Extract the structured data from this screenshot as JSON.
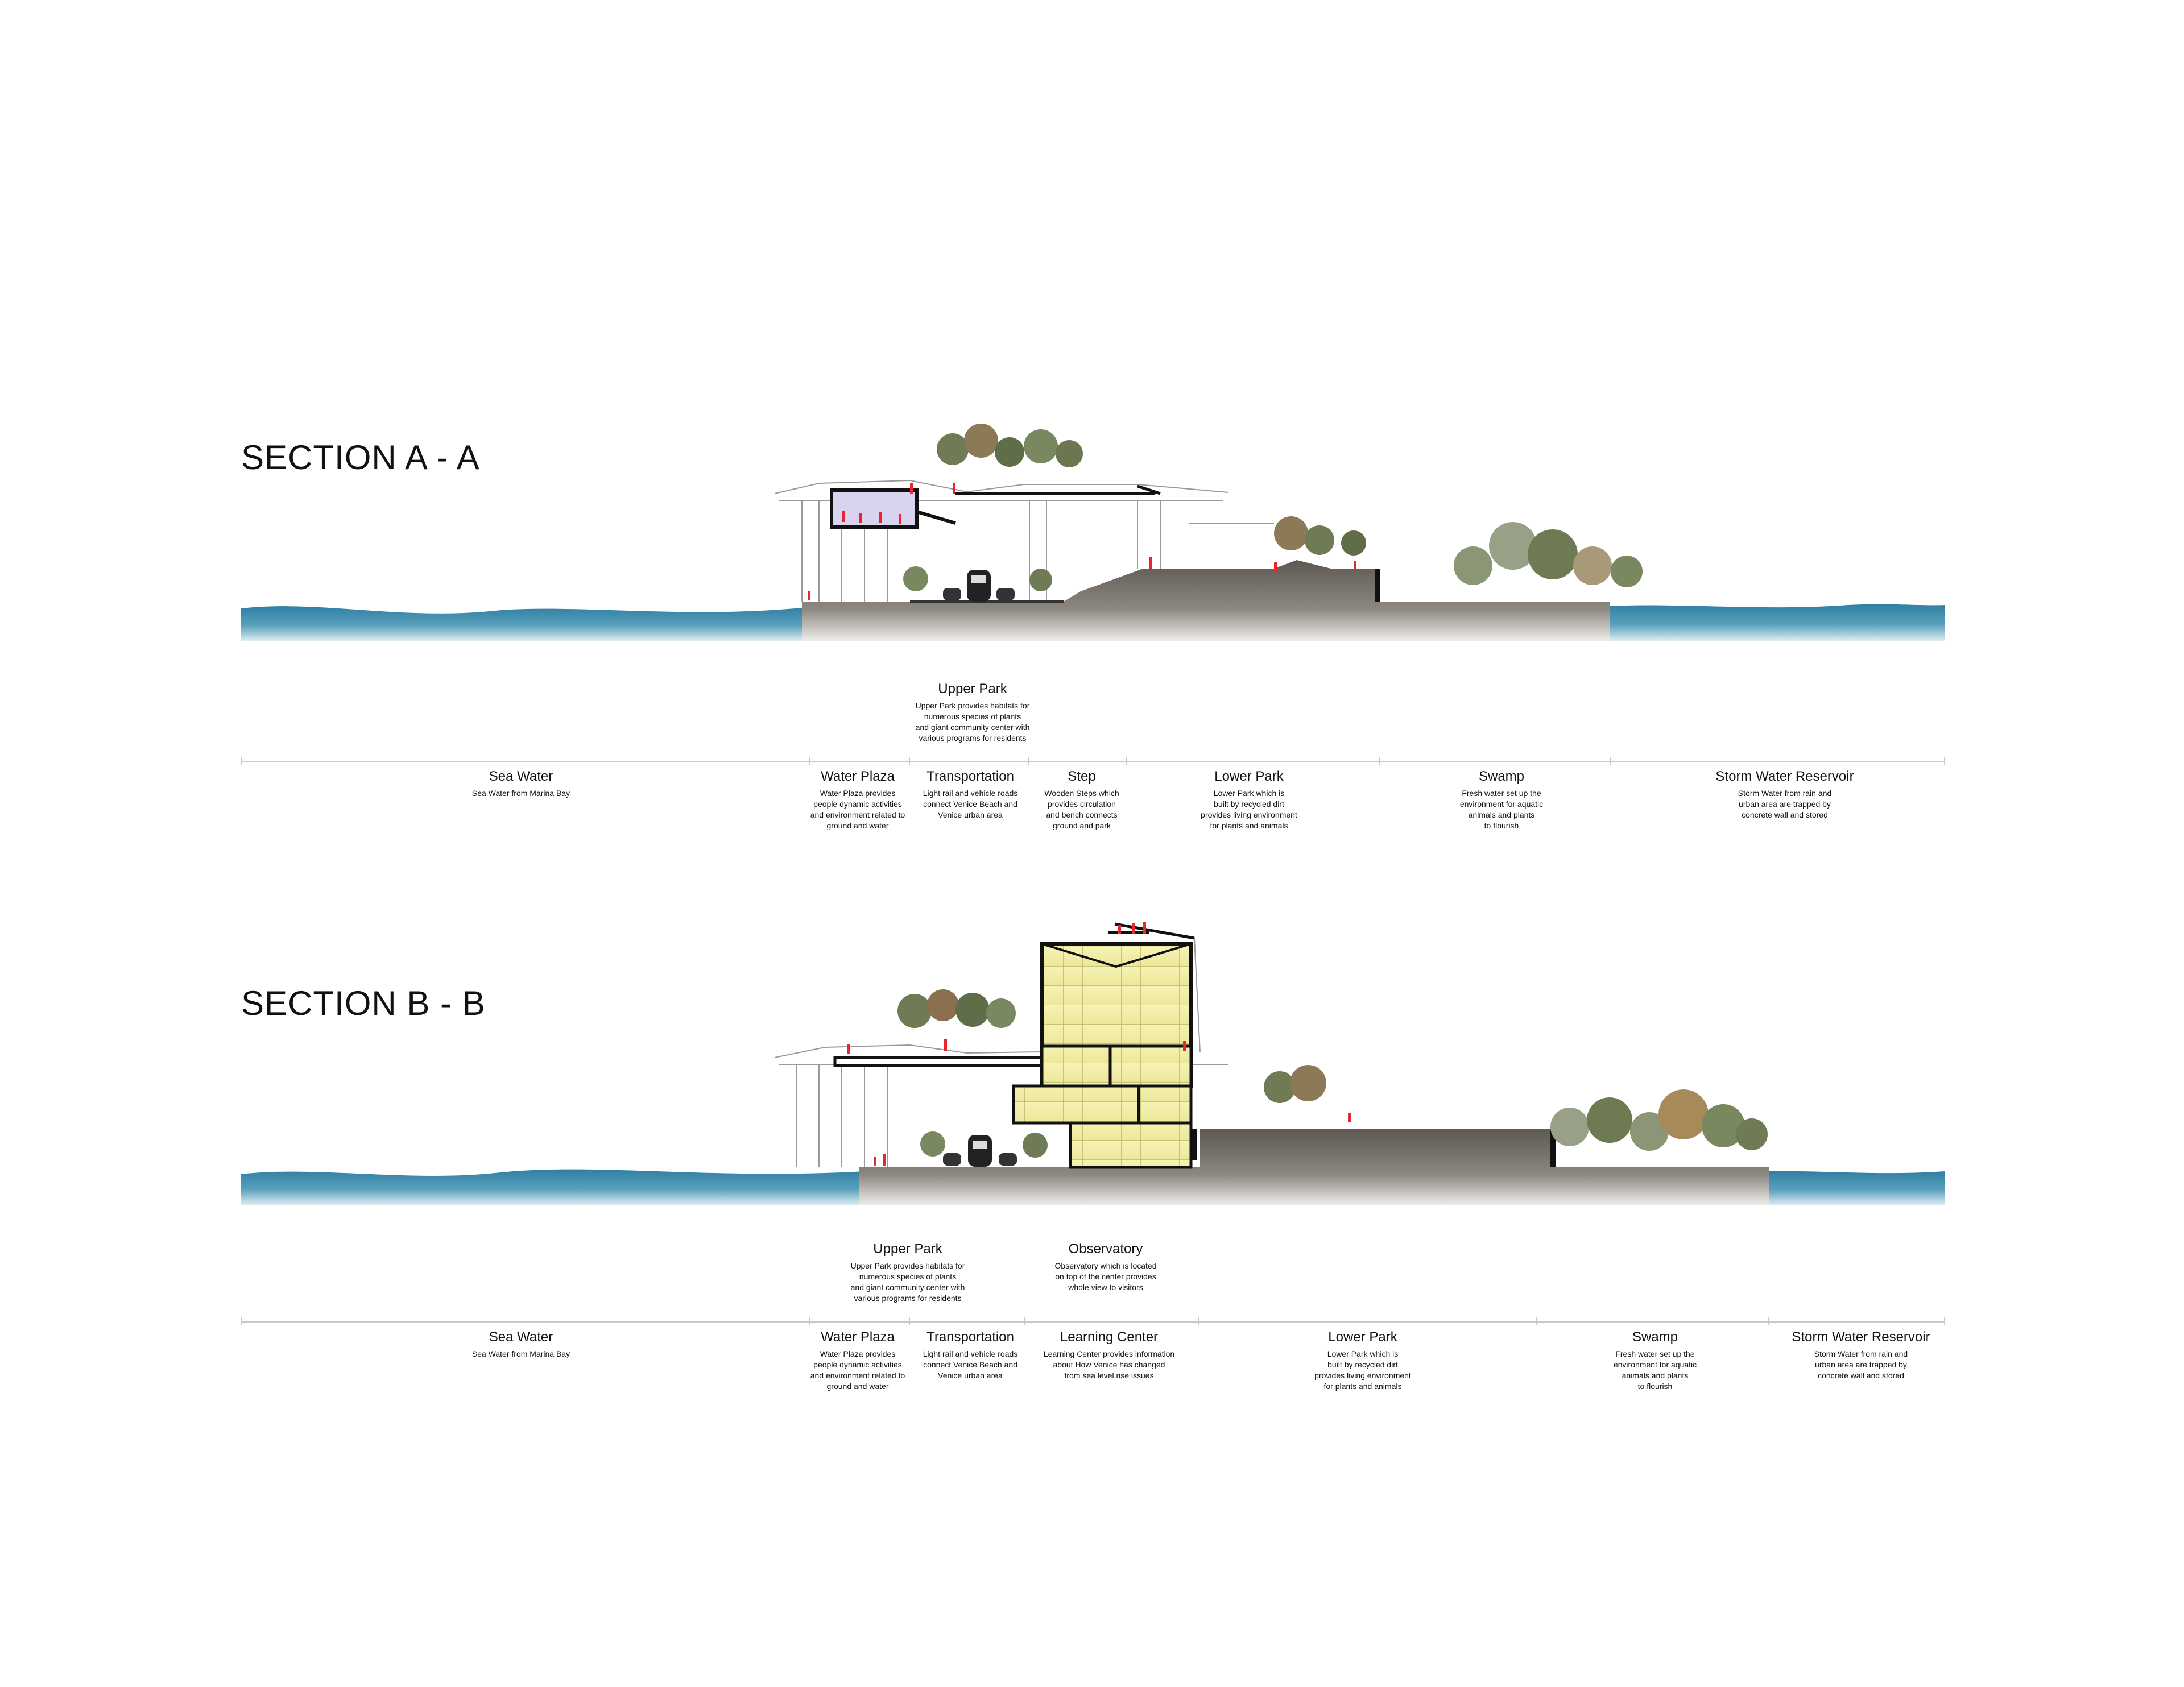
{
  "sections": [
    {
      "title": "SECTION A - A",
      "above_labels": [
        {
          "head": "Upper Park",
          "desc": "Upper Park provides habitats for\nnumerous species of plants\nand giant community center with\nvarious programs for residents"
        }
      ],
      "zones": [
        {
          "head": "Sea Water",
          "desc": "Sea Water from Marina Bay"
        },
        {
          "head": "Water Plaza",
          "desc": "Water Plaza provides\npeople dynamic activities\nand environment related to\nground and water"
        },
        {
          "head": "Transportation",
          "desc": "Light rail and vehicle roads\nconnect Venice Beach and\nVenice urban area"
        },
        {
          "head": "Step",
          "desc": "Wooden Steps which\nprovides circulation\nand bench connects\nground and park"
        },
        {
          "head": "Lower Park",
          "desc": "Lower Park which is\nbuilt by recycled dirt\nprovides living environment\nfor plants and animals"
        },
        {
          "head": "Swamp",
          "desc": "Fresh water set up the\nenvironment for aquatic\nanimals and plants\nto flourish"
        },
        {
          "head": "Storm Water Reservoir",
          "desc": "Storm Water from rain and\nurban area are trapped by\nconcrete wall and stored"
        }
      ]
    },
    {
      "title": "SECTION B - B",
      "above_labels": [
        {
          "head": "Upper Park",
          "desc": "Upper Park provides habitats for\nnumerous species of plants\nand giant community center with\nvarious programs for residents"
        },
        {
          "head": "Observatory",
          "desc": "Observatory which is located\non top of the center provides\nwhole view to visitors"
        }
      ],
      "zones": [
        {
          "head": "Sea Water",
          "desc": "Sea Water from Marina Bay"
        },
        {
          "head": "Water Plaza",
          "desc": "Water Plaza provides\npeople dynamic activities\nand environment related to\nground and water"
        },
        {
          "head": "Transportation",
          "desc": "Light rail and vehicle roads\nconnect Venice Beach and\nVenice urban area"
        },
        {
          "head": "Learning Center",
          "desc": "Learning Center provides information\nabout How Venice has changed\nfrom sea level rise issues"
        },
        {
          "head": "Lower Park",
          "desc": "Lower Park which is\nbuilt by recycled dirt\nprovides living environment\nfor plants and animals"
        },
        {
          "head": "Swamp",
          "desc": "Fresh water set up the\nenvironment for aquatic\nanimals and plants\nto flourish"
        },
        {
          "head": "Storm Water Reservoir",
          "desc": "Storm Water from rain and\nurban area are trapped by\nconcrete wall and stored"
        }
      ]
    }
  ],
  "colors": {
    "water": "#3f8eae",
    "water_light": "#cfe3ec",
    "soil": "#6b6560",
    "soil_light": "#ececea",
    "glass_yellow": "#f3f0a6",
    "people_red": "#e8262f",
    "tree_green": "#6d7a52",
    "tree_brown": "#8a6f47"
  }
}
